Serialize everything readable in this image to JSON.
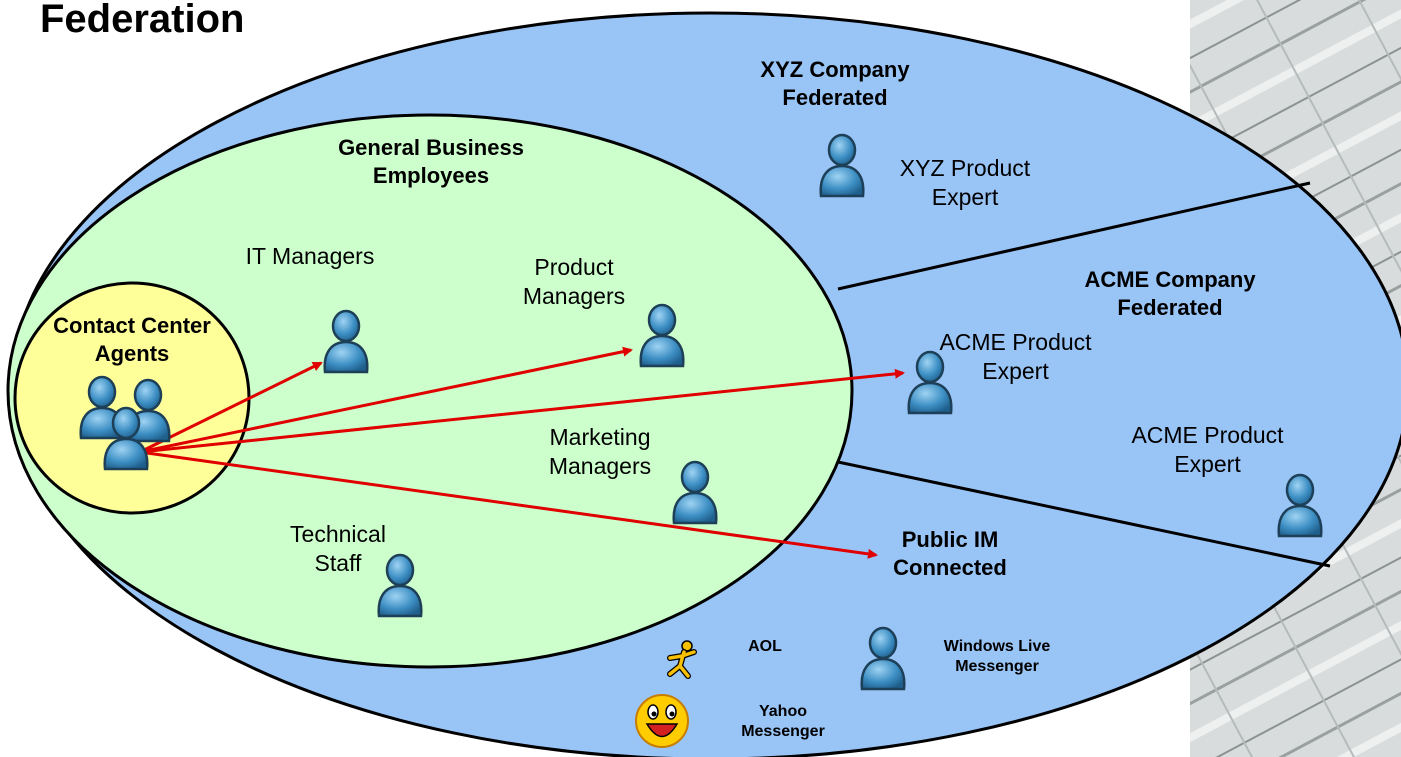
{
  "title": "Federation",
  "regions": {
    "xyz": "XYZ Company Federated",
    "acme": "ACME Company Federated",
    "public_im": "Public IM Connected",
    "general": "General Business Employees",
    "contact": "Contact Center Agents"
  },
  "people": {
    "it_managers": "IT Managers",
    "product_managers": "Product Managers",
    "marketing_managers": "Marketing Managers",
    "technical_staff": "Technical Staff",
    "xyz_expert": "XYZ Product Expert",
    "acme_expert_1": "ACME Product Expert",
    "acme_expert_2": "ACME Product Expert"
  },
  "im_clients": {
    "aol": "AOL",
    "windows_live": "Windows Live Messenger",
    "yahoo": "Yahoo Messenger"
  },
  "colors": {
    "outer_fill": "#99c4f6",
    "general_fill": "#ccffcc",
    "contact_fill": "#ffff99",
    "arrow": "#e00000",
    "person": "#3d8fc4"
  }
}
